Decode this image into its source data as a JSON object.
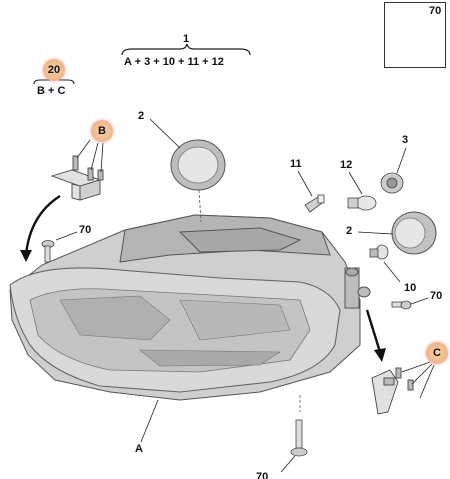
{
  "labels": {
    "l1": "1",
    "formula": "A + 3 + 10 + 11 + 12",
    "l20": "20",
    "bc": "B + C",
    "b": "B",
    "c": "C",
    "l2a": "2",
    "l2b": "2",
    "l3": "3",
    "l11": "11",
    "l12": "12",
    "l10": "10",
    "l70_inset": "70",
    "l70_left": "70",
    "l70_right": "70",
    "l70_bottom": "70",
    "la": "A"
  },
  "colors": {
    "badge": "#f0b98a",
    "line": "#333333"
  }
}
